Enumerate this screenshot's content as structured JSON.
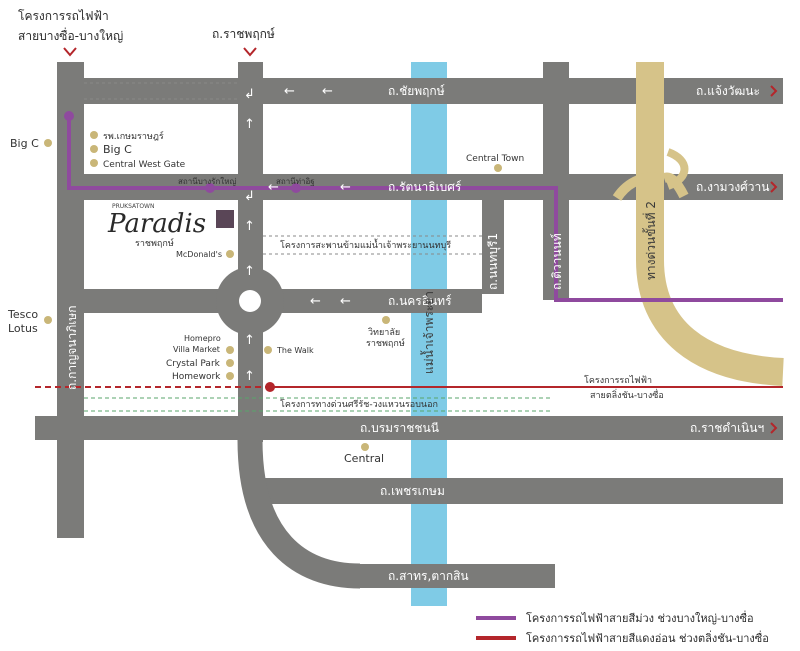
{
  "colors": {
    "road": "#7b7b79",
    "river": "#7fcbe6",
    "expressway": "#d6c389",
    "purple_line": "#8f4a9e",
    "red_line": "#b4262b",
    "dot": "#c9b678",
    "header_arrow": "#b4262b"
  },
  "header": {
    "train_line_title": "โครงการรถไฟฟ้า",
    "train_line_sub": "สายบางซื่อ-บางใหญ่",
    "top_road": "ถ.ราชพฤกษ์"
  },
  "roads": {
    "chaiyaphruek": "ถ.ชัยพฤกษ์",
    "chaengwattana": "ถ.แจ้งวัฒนะ",
    "rattanathibet": "ถ.รัตนาธิเบศร์",
    "ngamwongwan": "ถ.งามวงศ์วาน",
    "nakhon_in": "ถ.นครอินทร์",
    "nonthaburi1": "ถ.นนทบุรี1",
    "tiwanon": "ถ.ติวานนท์",
    "expressway2": "ทางด่วนขั้นที่ 2",
    "kanchanaphisek": "ถ.กาญจนาภิเษก",
    "borommaratchachonnani": "ถ.บรมราชชนนี",
    "ratchadamnoen": "ถ.ราชดำเนินฯ",
    "phetkasem": "ถ.เพชรเกษม",
    "sathorn_taksin": "ถ.สาทร,ตากสิน"
  },
  "river_label": "แม่น้ำเจ้าพระยา",
  "stations": {
    "bang_rak_yai": "สถานีบางรักใหญ่",
    "tha_it": "สถานีท่าอิฐ"
  },
  "project": {
    "brand_top": "PRUKSATOWN",
    "brand_name": "Paradis",
    "brand_sub": "ราชพฤกษ์"
  },
  "pois": {
    "kasemrad": "รพ.เกษมราษฎร์",
    "big_c": "Big C",
    "central_west_gate": "Central West Gate",
    "central_town": "Central Town",
    "big_c_left": "Big C",
    "mcdonalds": "McDonald's",
    "tesco": "Tesco",
    "lotus": "Lotus",
    "college": "วิทยาลัย",
    "college2": "ราชพฤกษ์",
    "homepro": "Homepro",
    "villa": "Villa Market",
    "crystal": "Crystal Park",
    "homework": "Homework",
    "the_walk": "The Walk",
    "central": "Central"
  },
  "notes": {
    "bridge": "โครงการสะพานข้ามแม่น้ำเจ้าพระยานนทบุรี",
    "red_project": "โครงการรถไฟฟ้า",
    "red_project_sub": "สายตลิ่งชัน-บางซื่อ",
    "expressway_project": "โครงการทางด่วนศรีรัช-วงแหวนรอบนอก"
  },
  "legend": {
    "purple": "โครงการรถไฟฟ้าสายสีม่วง ช่วงบางใหญ่-บางซื่อ",
    "red": "โครงการรถไฟฟ้าสายสีแดงอ่อน ช่วงตลิ่งชัน-บางซื่อ"
  }
}
